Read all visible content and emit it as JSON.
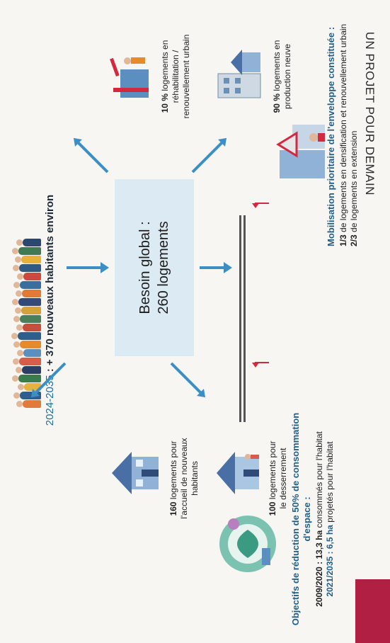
{
  "banner": {
    "text": "UN PROJET POUR DEMAIN",
    "accent_color": "#b11f42"
  },
  "population": {
    "period": "2024-2035",
    "label": " : + 370 nouveaux habitants environ"
  },
  "center": {
    "title": "Besoin global :",
    "value": "260 logements"
  },
  "left_needs": [
    {
      "bold": "160",
      "text": " logements pour l'accueil de nouveaux habitants",
      "icon": "house-with-people-icon"
    },
    {
      "bold": "100",
      "text": " logements pour le desserrement",
      "icon": "house-family-icon"
    }
  ],
  "right_needs": [
    {
      "bold": "10 %",
      "text": " logements en réhabilitation / renouvellement urbain",
      "icon": "construction-workers-icon"
    },
    {
      "bold": "90 %",
      "text": " logements en production neuve",
      "icon": "new-building-icon"
    }
  ],
  "objectives": {
    "title": "Objectifs de réduction de 50% de consommation d'espace :",
    "line1_bold": "2009/2020 : 13,3 ha",
    "line1_text": " consommés pour l'habitat",
    "line2_bold": "2021/2035 : 6,5 ha",
    "line2_text": " projetés pour l'habitat",
    "icon": "globe-ecology-icon"
  },
  "mobilisation": {
    "title": "Mobilisation prioritaire de l'enveloppe constituée :",
    "line1_bold": "1/3",
    "line1_text": " de logements en densification et renouvellement urbain",
    "line2_bold": "2/3",
    "line2_text": " de logements en extension",
    "icon": "urban-construction-icon"
  },
  "colors": {
    "arrow": "#3c8fc4",
    "box": "#dbeaf3",
    "red_arrow": "#d3283f",
    "title_blue": "#1f5f8a"
  }
}
